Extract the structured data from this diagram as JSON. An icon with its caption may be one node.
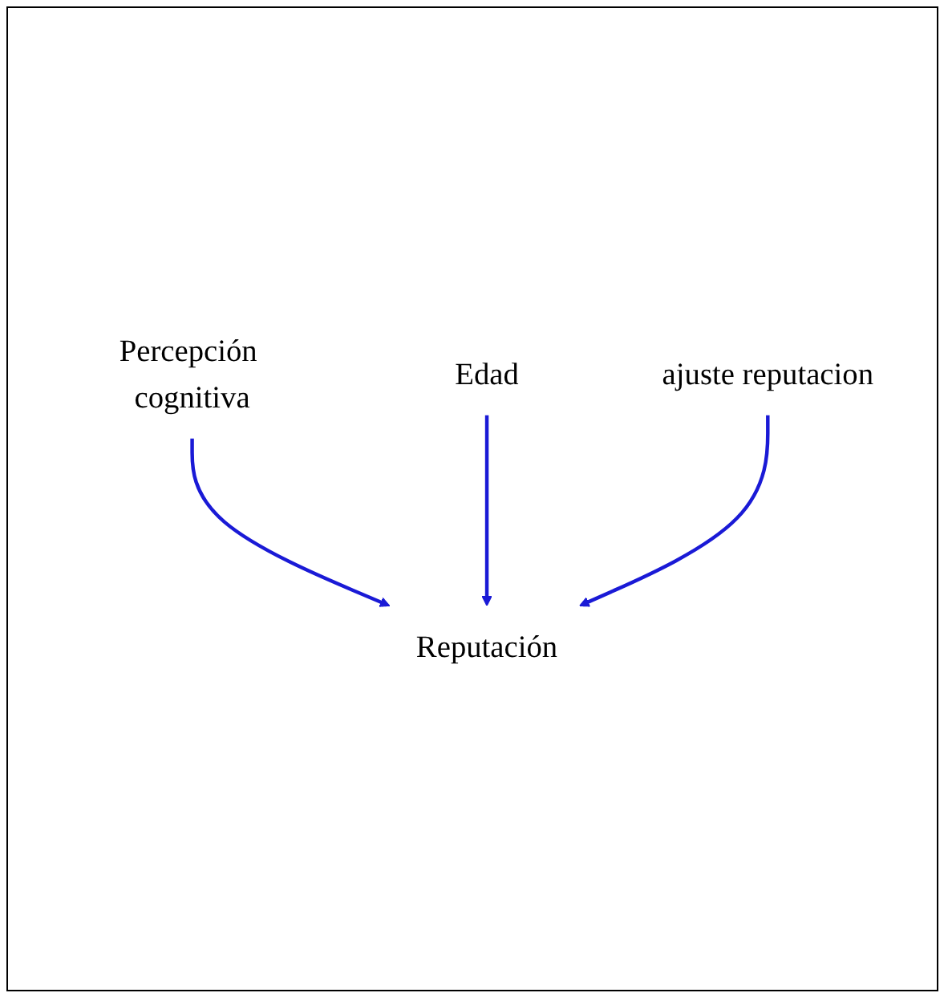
{
  "diagram": {
    "nodes": [
      {
        "text": [
          "Percepción cognitiva"
        ]
      },
      {
        "text": [
          "Edad"
        ]
      },
      {
        "text": [
          "Reputación"
        ]
      },
      {
        "text": [
          "ajuste reputacion"
        ]
      }
    ],
    "edges": [
      {
        "from": 0,
        "to": 2,
        "arrow": "to"
      },
      {
        "from": 1,
        "to": 2,
        "arrow": "to"
      },
      {
        "from": 3,
        "to": 2,
        "arrow": "to"
      }
    ]
  }
}
